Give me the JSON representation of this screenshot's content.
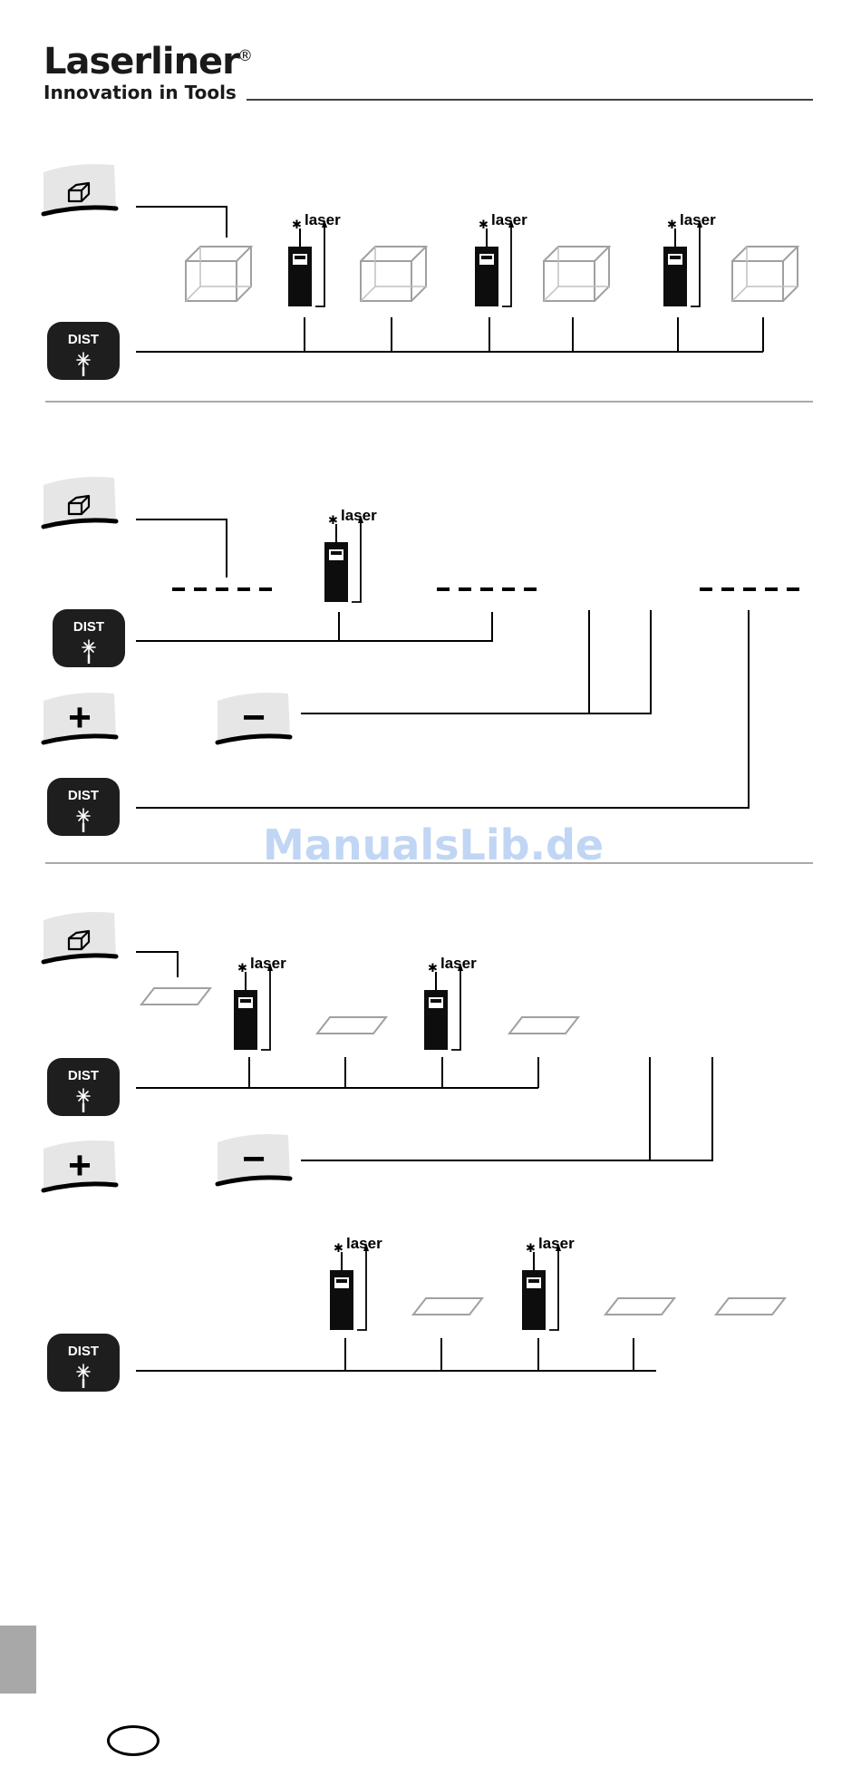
{
  "brand": {
    "name": "Laserliner",
    "registered_mark": "®",
    "tagline": "Innovation in Tools"
  },
  "buttons": {
    "dist_label": "DIST",
    "plus_symbol": "+",
    "minus_symbol": "−"
  },
  "device_label": "laser",
  "laser_marker": "✱",
  "watermark": "ManualsLib.de",
  "icons": {
    "function_button": "volume-function-icon",
    "dist_button": "laser-star-icon",
    "device": "rangefinder-device-icon",
    "target": "box-outline-icon",
    "area_target": "parallelogram-outline-icon"
  },
  "colors": {
    "ink": "#111111",
    "key_gray": "#e6e6e6",
    "outline_gray": "#a0a0a0",
    "side_tab": "#a8a8a8",
    "watermark": "#8cb4eb"
  }
}
